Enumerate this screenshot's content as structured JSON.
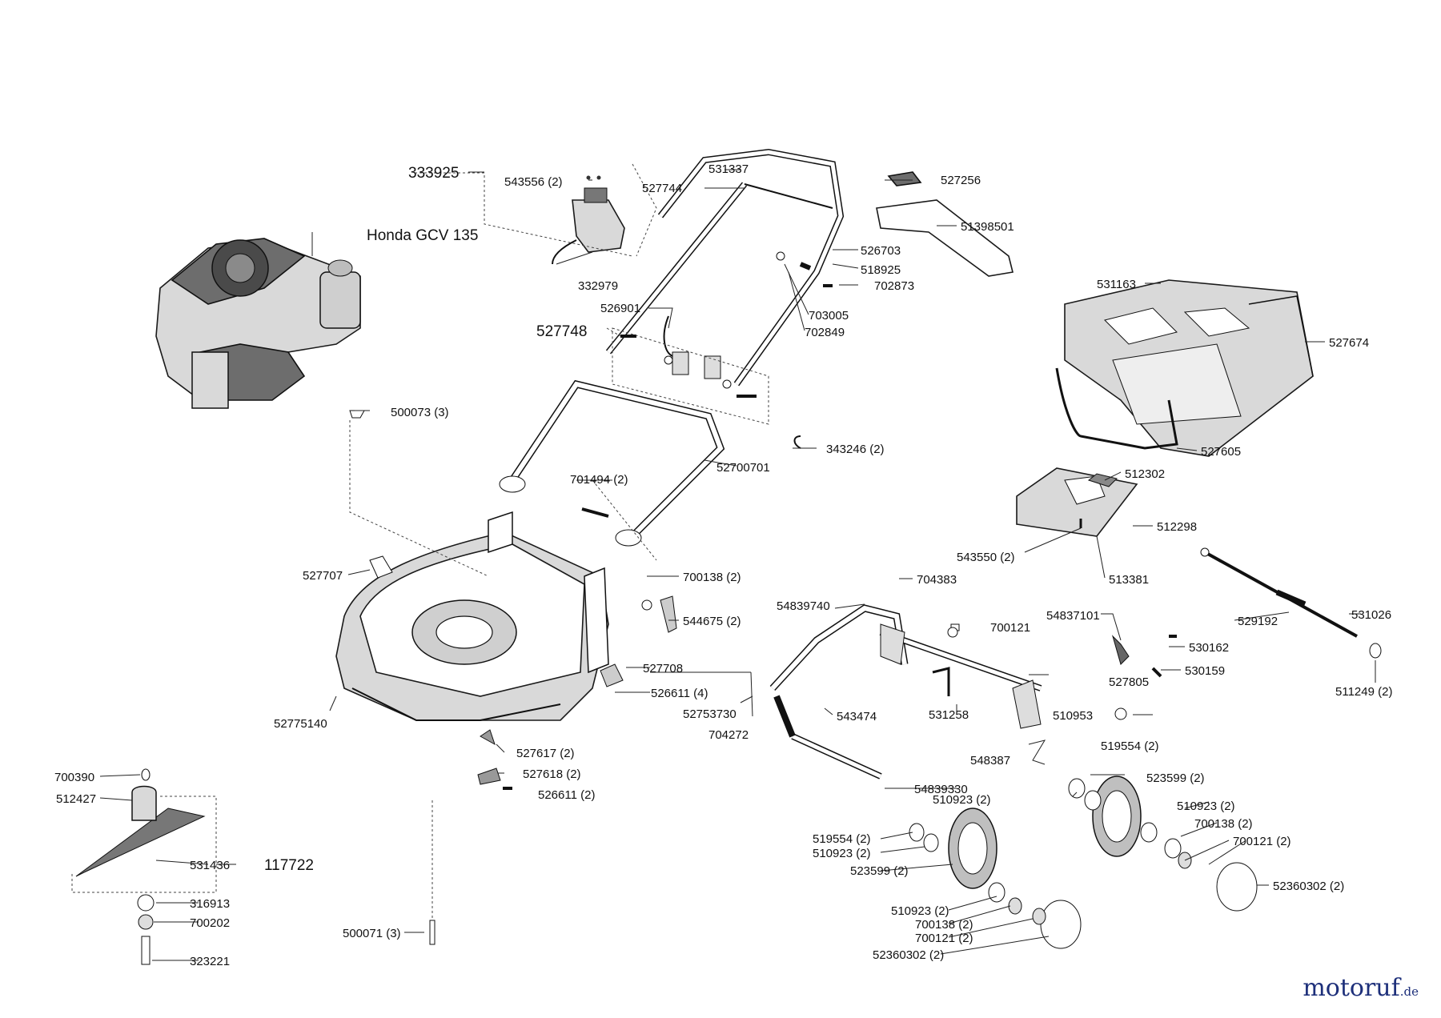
{
  "engine_name": "Honda GCV 135",
  "group_labels": [
    "333925",
    "527748",
    "117722"
  ],
  "parts": [
    "543556 (2)",
    "332979",
    "531337",
    "527744",
    "527256",
    "51398501",
    "526703",
    "518925",
    "702873",
    "703005",
    "702849",
    "526901",
    "531163",
    "527674",
    "527605",
    "500073 (3)",
    "343246 (2)",
    "701494 (2)",
    "52700701",
    "512302",
    "512298",
    "543550 (2)",
    "513381",
    "527707",
    "700138 (2)",
    "544675 (2)",
    "704383",
    "54839740",
    "700121",
    "54837101",
    "530162",
    "529192",
    "531026",
    "530159",
    "527805",
    "511249 (2)",
    "527708",
    "526611 (4)",
    "52753730",
    "704272",
    "543474",
    "531258",
    "510953",
    "52775140",
    "548387",
    "519554 (2)",
    "527617 (2)",
    "523599 (2)",
    "700390",
    "527618 (2)",
    "526611 (2)",
    "54839330",
    "510923 (2)",
    "510923 (2)",
    "512427",
    "700138 (2)",
    "519554 (2)",
    "700121 (2)",
    "510923 (2)",
    "531436",
    "523599 (2)",
    "52360302 (2)",
    "316913",
    "700202",
    "510923 (2)",
    "700138 (2)",
    "500071 (3)",
    "700121 (2)",
    "52360302 (2)",
    "323221"
  ],
  "watermark": {
    "name": "motoruf",
    "tld": ".de"
  }
}
